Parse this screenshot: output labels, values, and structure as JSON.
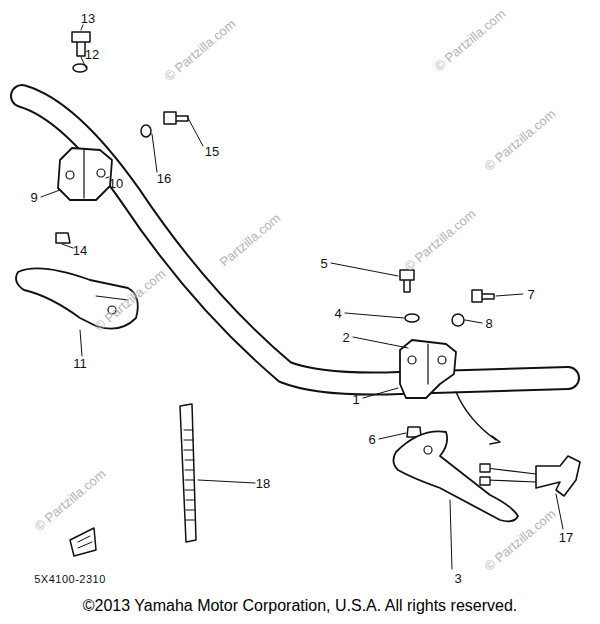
{
  "diagram": {
    "labels": [
      "13",
      "12",
      "16",
      "15",
      "10",
      "9",
      "14",
      "11",
      "5",
      "7",
      "4",
      "8",
      "2",
      "1",
      "6",
      "18",
      "3",
      "17",
      "5X4100-2310",
      "©2013 Yamaha Motor Corporation, U.S.A. All rights reserved.",
      "© Partzilla.com",
      "© Partzilla.com",
      "© Partzilla.com",
      "© Partzilla.com",
      "© Partzilla.com",
      "© Partzilla.com",
      "© Partzilla.com",
      "Partzilla.com"
    ]
  }
}
